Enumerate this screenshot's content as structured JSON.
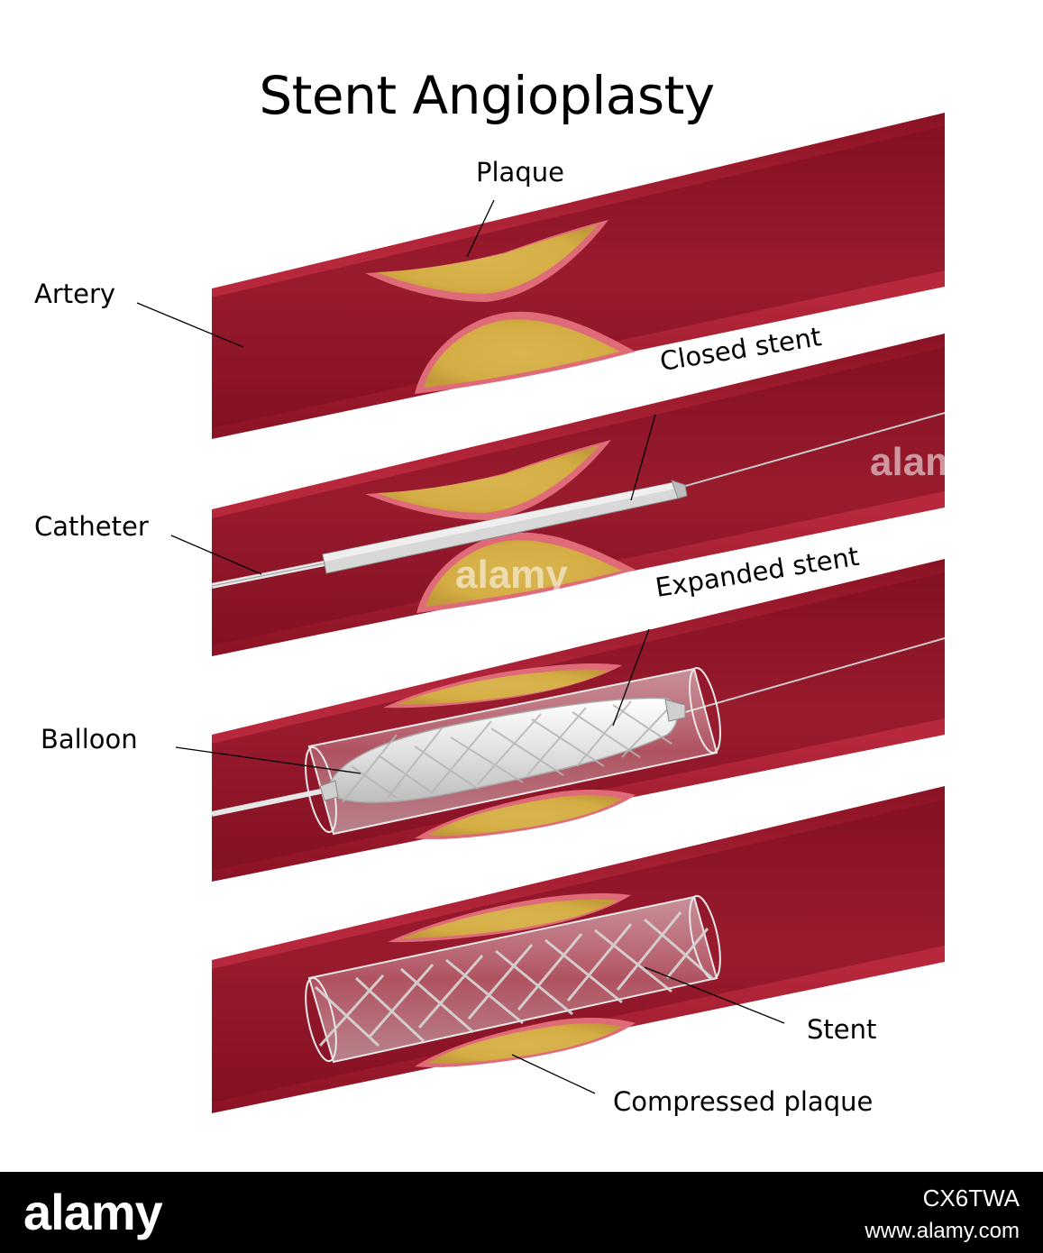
{
  "title": "Stent Angioplasty",
  "labels": {
    "plaque": "Plaque",
    "artery": "Artery",
    "closed_stent": "Closed stent",
    "catheter": "Catheter",
    "expanded_stent": "Expanded stent",
    "balloon": "Balloon",
    "stent": "Stent",
    "compressed_plaque": "Compressed plaque"
  },
  "watermark": "alamy",
  "footer": {
    "logo": "alamy",
    "image_id": "CX6TWA",
    "url": "www.alamy.com"
  },
  "colors": {
    "artery_dark": "#7a0d1f",
    "artery_mid": "#a91e31",
    "artery_light": "#c9545f",
    "plaque_fill": "#d9b44f",
    "plaque_rim": "#e8d07a",
    "stent_gray": "#cfcfcf",
    "background": "#ffffff"
  }
}
